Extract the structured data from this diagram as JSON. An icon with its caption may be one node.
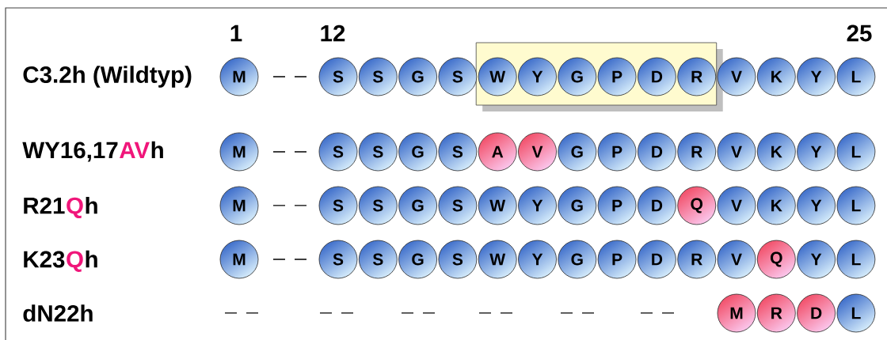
{
  "diagram": {
    "nodes": [
      {
        "text": [
          "M"
        ]
      },
      {
        "text": [
          "S"
        ]
      },
      {
        "text": [
          "S"
        ]
      },
      {
        "text": [
          "G"
        ]
      },
      {
        "text": [
          "S"
        ]
      },
      {
        "text": [],
        "shape": "box"
      },
      {
        "text": [
          "W"
        ],
        "in": 5
      },
      {
        "text": [
          "Y"
        ],
        "in": 5
      },
      {
        "text": [
          "G"
        ],
        "in": 5
      },
      {
        "text": [
          "P"
        ],
        "in": 5
      },
      {
        "text": [
          "D"
        ],
        "in": 5
      },
      {
        "text": [
          "R"
        ],
        "in": 5
      },
      {
        "text": [
          "V"
        ]
      },
      {
        "text": [
          "K"
        ]
      },
      {
        "text": [
          "Y"
        ]
      },
      {
        "text": [
          "L"
        ]
      },
      {
        "text": [
          "M"
        ]
      },
      {
        "text": [
          "S"
        ]
      },
      {
        "text": [
          "S"
        ]
      },
      {
        "text": [
          "G"
        ]
      },
      {
        "text": [
          "S"
        ]
      },
      {
        "text": [
          "A"
        ]
      },
      {
        "text": [
          "V"
        ]
      },
      {
        "text": [
          "G"
        ]
      },
      {
        "text": [
          "P"
        ]
      },
      {
        "text": [
          "D"
        ]
      },
      {
        "text": [
          "R"
        ]
      },
      {
        "text": [
          "V"
        ]
      },
      {
        "text": [
          "K"
        ]
      },
      {
        "text": [
          "Y"
        ]
      },
      {
        "text": [
          "L"
        ]
      },
      {
        "text": [
          "M"
        ]
      },
      {
        "text": [
          "S"
        ]
      },
      {
        "text": [
          "S"
        ]
      },
      {
        "text": [
          "G"
        ]
      },
      {
        "text": [
          "S"
        ]
      },
      {
        "text": [
          "W"
        ]
      },
      {
        "text": [
          "Y"
        ]
      },
      {
        "text": [
          "G"
        ]
      },
      {
        "text": [
          "P"
        ]
      },
      {
        "text": [
          "D"
        ]
      },
      {
        "text": [
          "Q"
        ]
      },
      {
        "text": [
          "V"
        ]
      },
      {
        "text": [
          "K"
        ]
      },
      {
        "text": [
          "Y"
        ]
      },
      {
        "text": [
          "L"
        ]
      },
      {
        "text": [
          "M"
        ]
      },
      {
        "text": [
          "S"
        ]
      },
      {
        "text": [
          "S"
        ]
      },
      {
        "text": [
          "G"
        ]
      },
      {
        "text": [
          "S"
        ]
      },
      {
        "text": [
          "W"
        ]
      },
      {
        "text": [
          "Y"
        ]
      },
      {
        "text": [
          "G"
        ]
      },
      {
        "text": [
          "P"
        ]
      },
      {
        "text": [
          "D"
        ]
      },
      {
        "text": [
          "R"
        ]
      },
      {
        "text": [
          "V"
        ]
      },
      {
        "text": [
          "Q"
        ]
      },
      {
        "text": [
          "Y"
        ]
      },
      {
        "text": [
          "L"
        ]
      },
      {
        "text": [
          "M"
        ]
      },
      {
        "text": [
          "R"
        ]
      },
      {
        "text": [
          "D"
        ]
      },
      {
        "text": [
          "L"
        ]
      }
    ],
    "labels": [
      "1",
      "12",
      "25",
      "C3.2h (Wildtyp)",
      "WY16,17",
      "AV",
      "h",
      "R21",
      "Q",
      "h",
      "K23",
      "Q",
      "h",
      "dN22h"
    ]
  }
}
